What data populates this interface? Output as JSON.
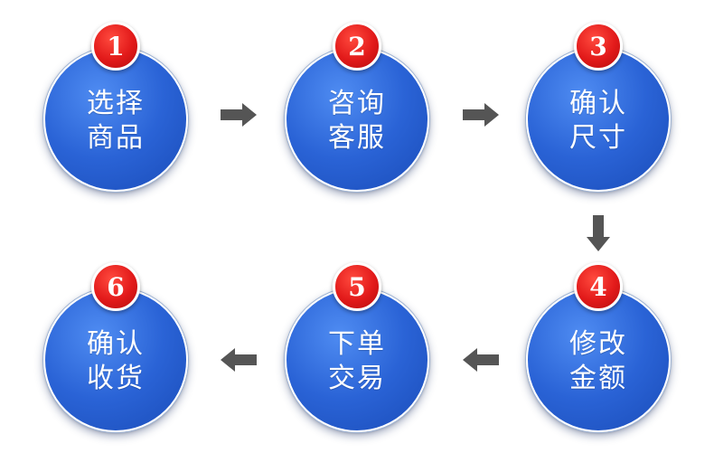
{
  "steps": [
    {
      "number": "1",
      "line1": "选择",
      "line2": "商品"
    },
    {
      "number": "2",
      "line1": "咨询",
      "line2": "客服"
    },
    {
      "number": "3",
      "line1": "确认",
      "line2": "尺寸"
    },
    {
      "number": "4",
      "line1": "修改",
      "line2": "金额"
    },
    {
      "number": "5",
      "line1": "下单",
      "line2": "交易"
    },
    {
      "number": "6",
      "line1": "确认",
      "line2": "收货"
    }
  ],
  "colors": {
    "circle_blue": "#2a63d6",
    "badge_red": "#e21a1a",
    "arrow_gray": "#555555"
  }
}
